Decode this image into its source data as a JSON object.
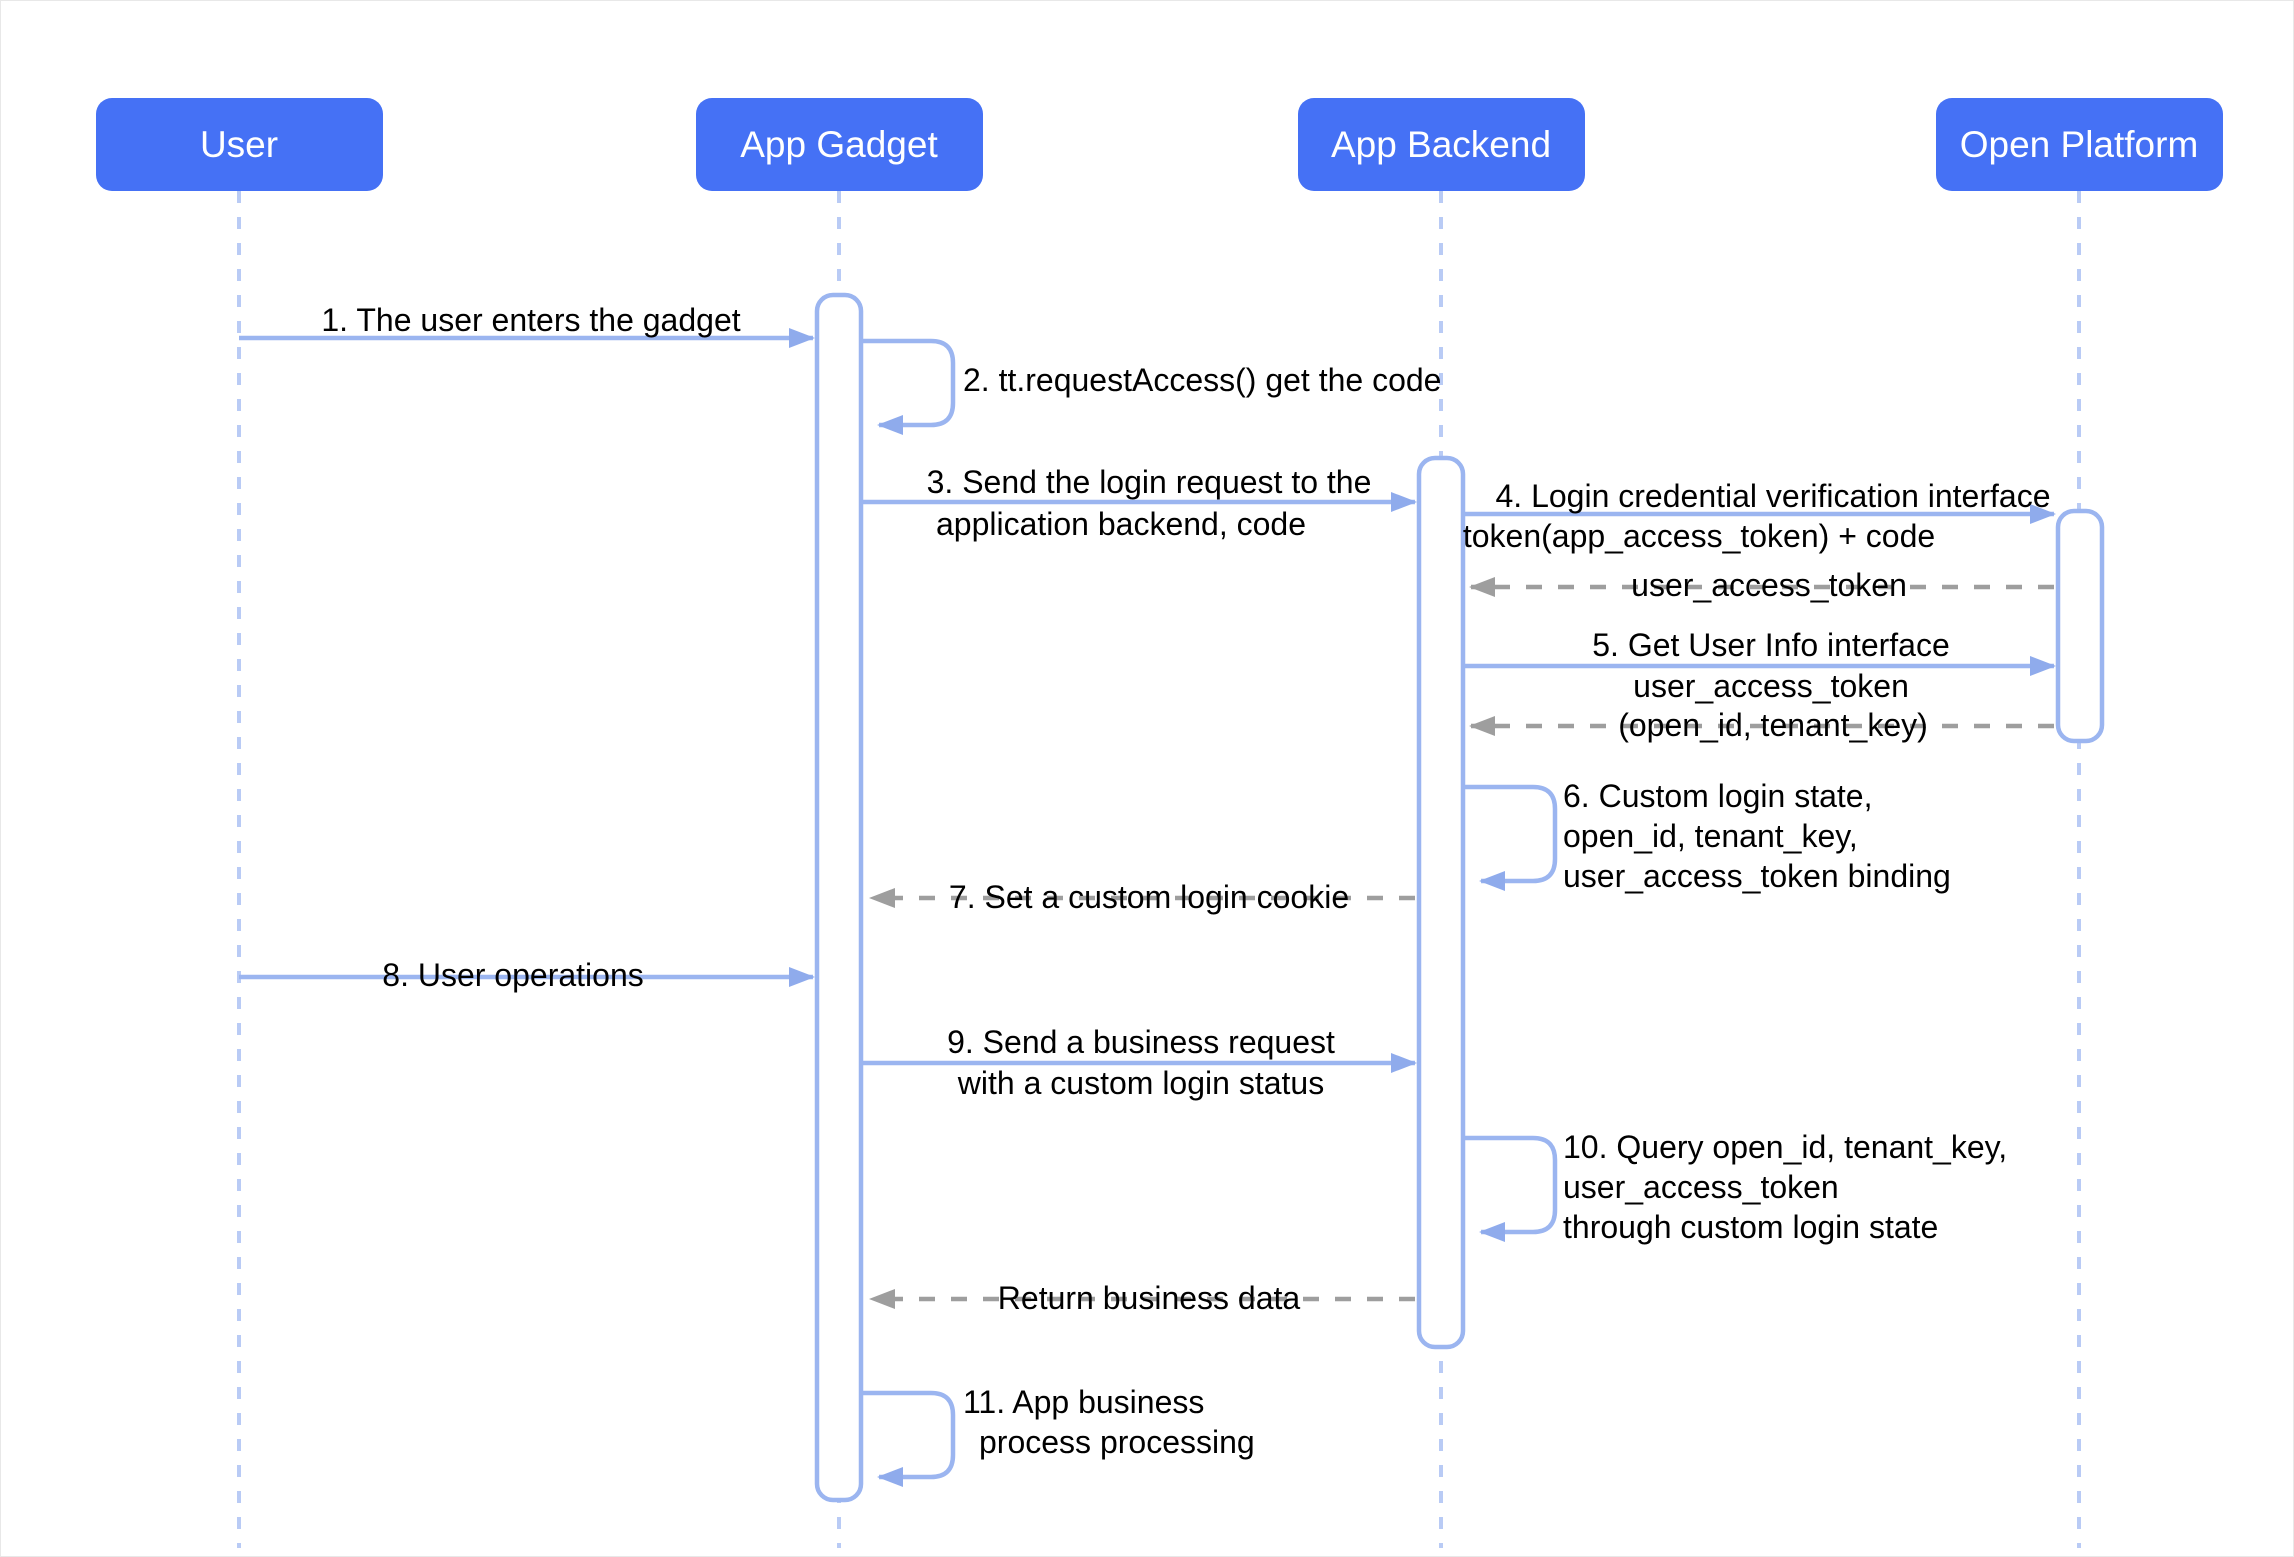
{
  "diagram": {
    "type": "sequence-diagram",
    "title": "Gadget custom login flow",
    "colors": {
      "actor_box_fill": "#4571f5",
      "actor_label": "#ffffff",
      "lifeline": "#b9cbf5",
      "activation_stroke": "#9bb5f0",
      "solid_message": "#9bb5f0",
      "dashed_message": "#9e9e9e",
      "message_text": "#000000",
      "background": "#ffffff"
    },
    "actors": [
      {
        "id": "user",
        "label": "User"
      },
      {
        "id": "app-gadget",
        "label": "App Gadget"
      },
      {
        "id": "app-backend",
        "label": "App Backend"
      },
      {
        "id": "open-platform",
        "label": "Open Platform"
      }
    ],
    "messages": [
      {
        "number": "1",
        "from": "user",
        "to": "app-gadget",
        "kind": "solid",
        "direction": "right",
        "lines": [
          "1. The user enters the gadget"
        ]
      },
      {
        "number": "2",
        "from": "app-gadget",
        "to": "app-gadget",
        "kind": "self",
        "direction": "self",
        "lines": [
          "2. tt.requestAccess() get the code"
        ]
      },
      {
        "number": "3",
        "from": "app-gadget",
        "to": "app-backend",
        "kind": "solid",
        "direction": "right",
        "lines": [
          "3. Send the login request to the",
          "application backend, code"
        ]
      },
      {
        "number": "4",
        "from": "app-backend",
        "to": "open-platform",
        "kind": "solid",
        "direction": "right",
        "lines": [
          "4. Login credential verification interface",
          "token(app_access_token) + code"
        ]
      },
      {
        "number": "4r",
        "from": "open-platform",
        "to": "app-backend",
        "kind": "dashed",
        "direction": "left",
        "lines": [
          "user_access_token"
        ]
      },
      {
        "number": "5",
        "from": "app-backend",
        "to": "open-platform",
        "kind": "solid",
        "direction": "right",
        "lines": [
          "5. Get User Info interface",
          "user_access_token"
        ]
      },
      {
        "number": "5r",
        "from": "open-platform",
        "to": "app-backend",
        "kind": "dashed",
        "direction": "left",
        "lines": [
          "(open_id, tenant_key)"
        ]
      },
      {
        "number": "6",
        "from": "app-backend",
        "to": "app-backend",
        "kind": "self",
        "direction": "self",
        "lines": [
          "6. Custom login state,",
          "open_id, tenant_key,",
          "user_access_token binding"
        ]
      },
      {
        "number": "7",
        "from": "app-backend",
        "to": "app-gadget",
        "kind": "dashed",
        "direction": "left",
        "lines": [
          "7. Set a custom login cookie"
        ]
      },
      {
        "number": "8",
        "from": "user",
        "to": "app-gadget",
        "kind": "solid",
        "direction": "right",
        "lines": [
          "8. User operations"
        ]
      },
      {
        "number": "9",
        "from": "app-gadget",
        "to": "app-backend",
        "kind": "solid",
        "direction": "right",
        "lines": [
          "9. Send a business request",
          "with a custom login status"
        ]
      },
      {
        "number": "10",
        "from": "app-backend",
        "to": "app-backend",
        "kind": "self",
        "direction": "self",
        "lines": [
          "10. Query open_id, tenant_key,",
          "user_access_token",
          "through custom login state"
        ]
      },
      {
        "number": "11r",
        "from": "app-backend",
        "to": "app-gadget",
        "kind": "dashed",
        "direction": "left",
        "lines": [
          "Return business data"
        ]
      },
      {
        "number": "11",
        "from": "app-gadget",
        "to": "app-gadget",
        "kind": "self",
        "direction": "self",
        "lines": [
          "11. App business",
          "process processing"
        ]
      }
    ],
    "labels": {
      "m1": "1. The user enters the gadget",
      "m2": "2. tt.requestAccess() get the code",
      "m3_l1": "3. Send the login request to the",
      "m3_l2": "application backend, code",
      "m4_l1": "4. Login credential verification interface",
      "m4_l2": "token(app_access_token) + code",
      "m4_ret": "user_access_token",
      "m5_l1": "5. Get User Info interface",
      "m5_l2": "user_access_token",
      "m5_ret": "(open_id, tenant_key)",
      "m6_l1": "6. Custom login state,",
      "m6_l2": "open_id, tenant_key,",
      "m6_l3": "user_access_token binding",
      "m7": "7. Set a custom login cookie",
      "m8": "8. User operations",
      "m9_l1": "9. Send a business request",
      "m9_l2": "with a custom login status",
      "m10_l1": "10. Query open_id, tenant_key,",
      "m10_l2": "user_access_token",
      "m10_l3": "through custom login state",
      "m11_ret": "Return business data",
      "m11_l1": "11. App business",
      "m11_l2": "process processing"
    }
  }
}
